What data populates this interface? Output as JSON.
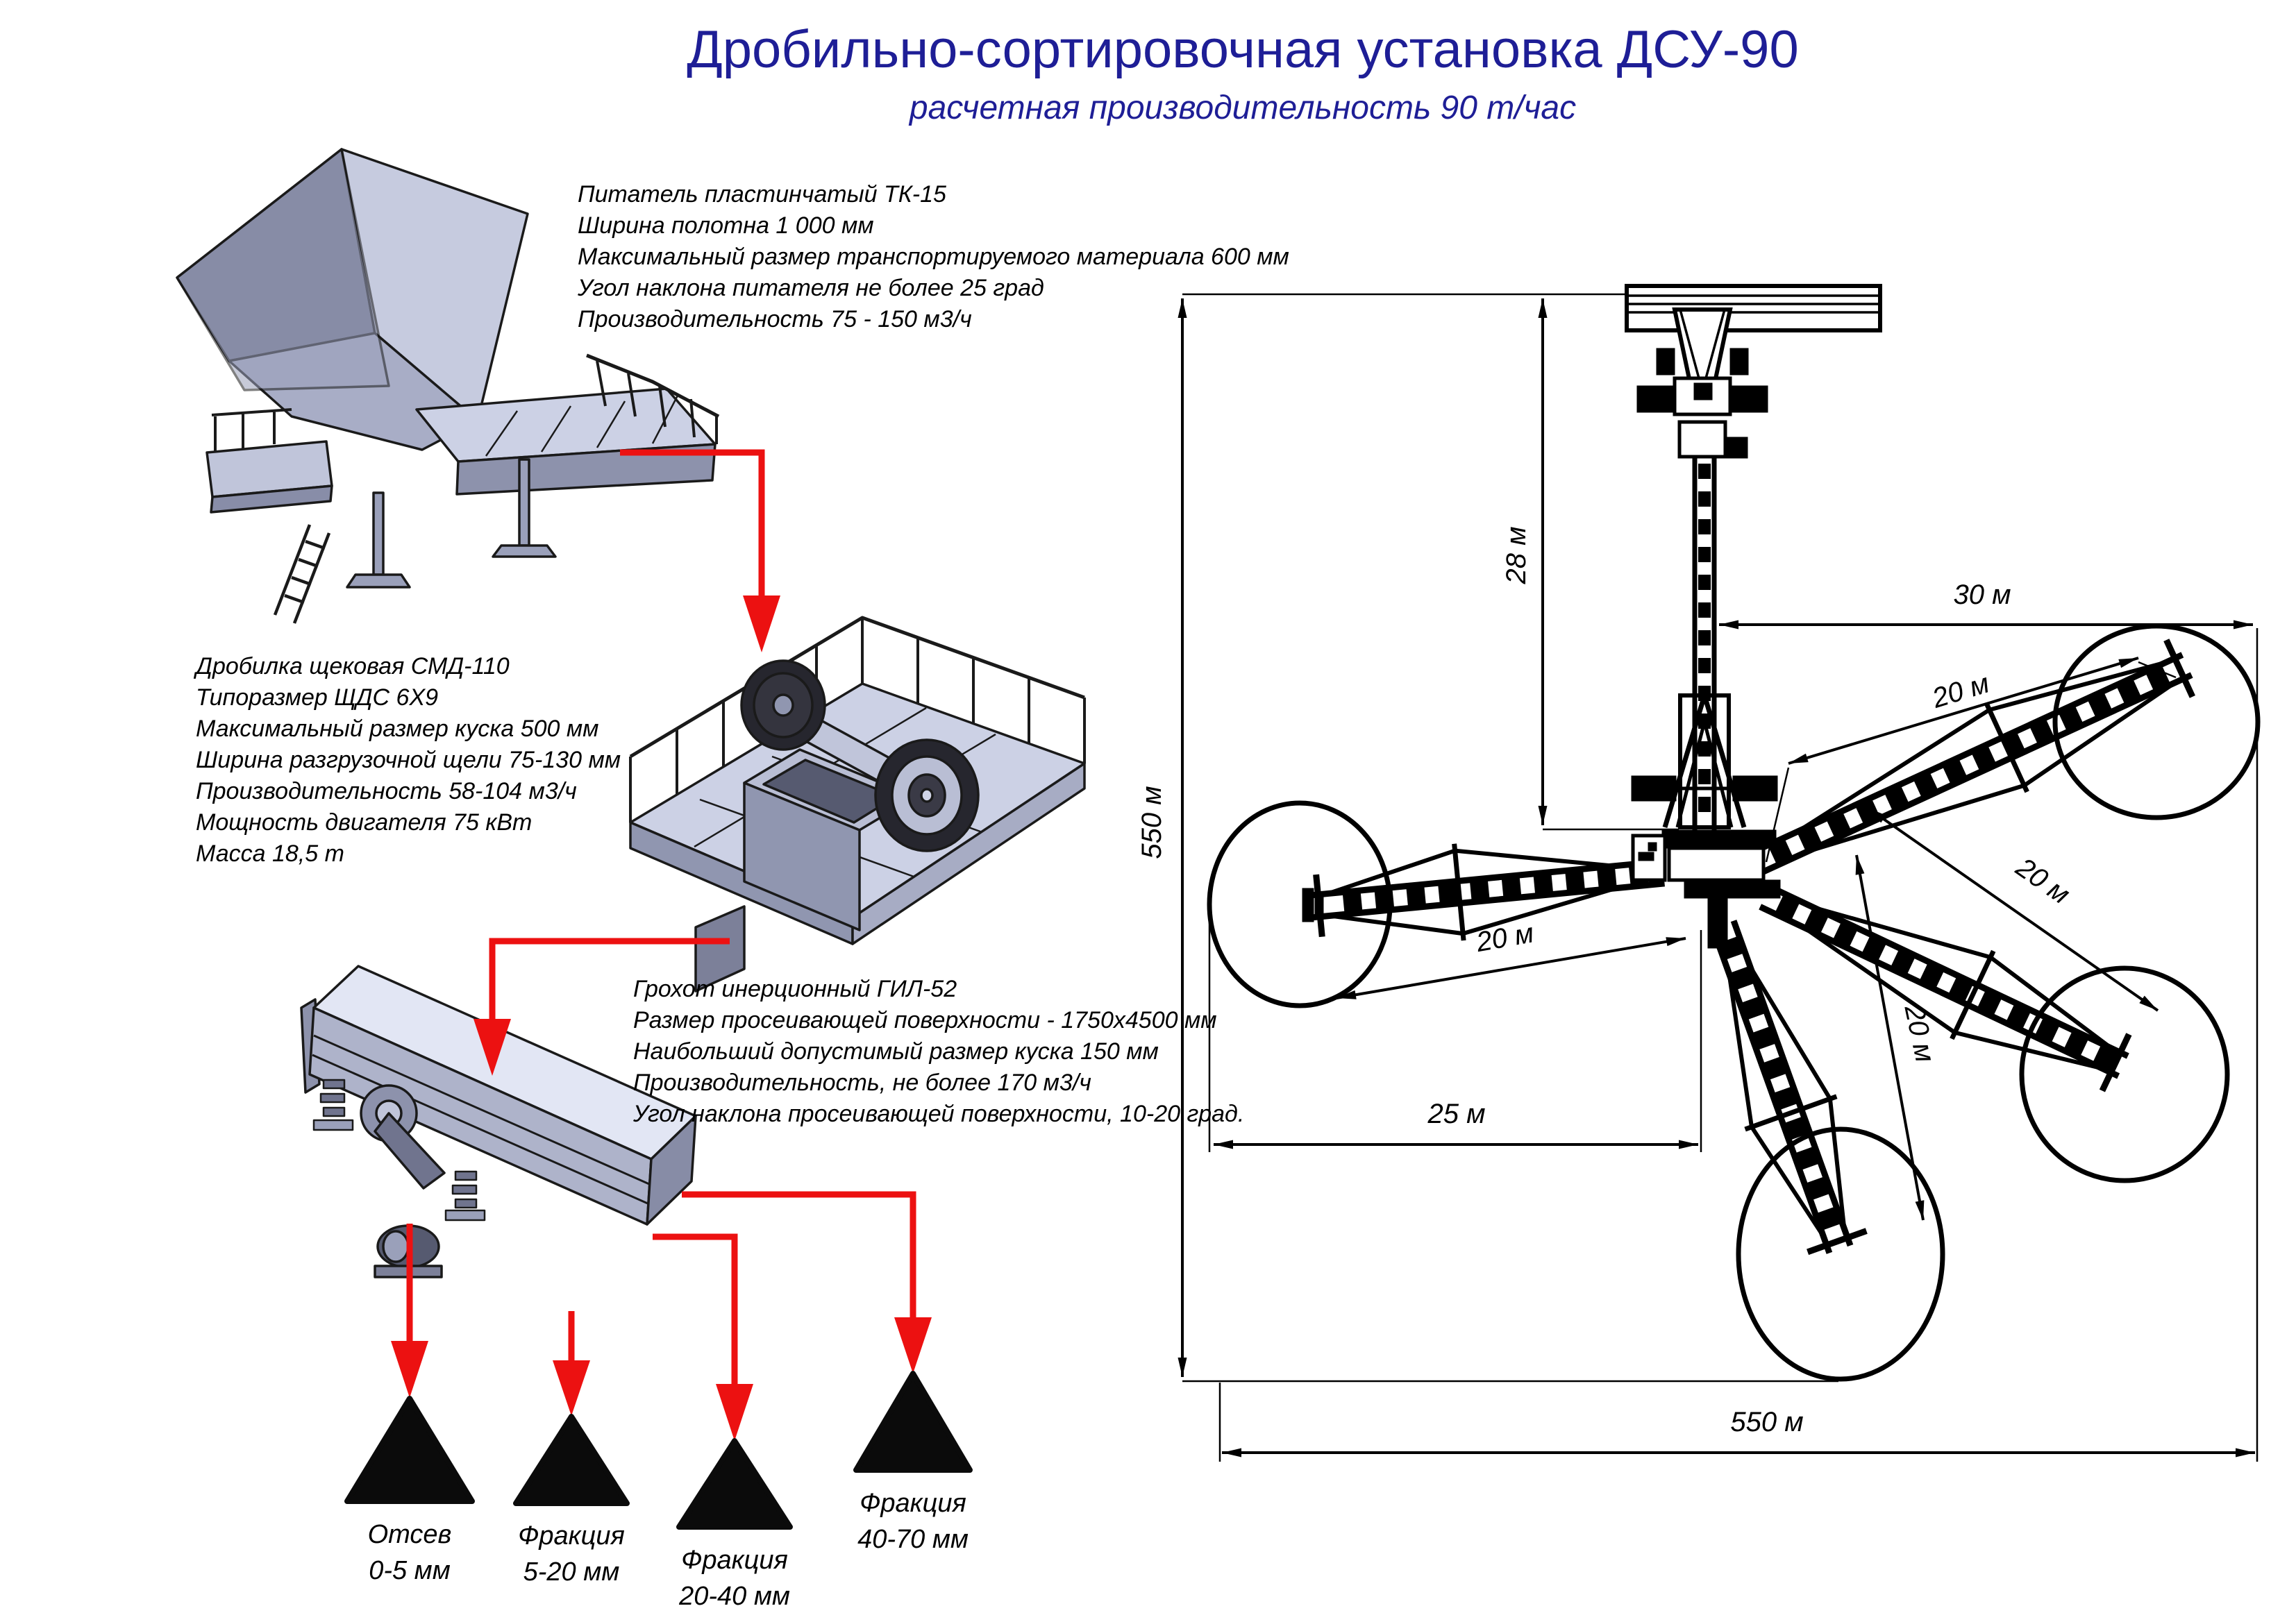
{
  "title": "Дробильно-сортировочная установка ДСУ-90",
  "subtitle": "расчетная производительность 90 т/час",
  "colors": {
    "accent_red": "#ec1111",
    "title_navy": "#1e1e96",
    "ink": "#000000",
    "steel_light": "#ccd1e5",
    "steel_mid": "#9aa0ba",
    "steel_dark": "#70748e"
  },
  "equipment": {
    "feeder": {
      "specs": [
        "Питатель пластинчатый ТК-15",
        "Ширина полотна 1 000 мм",
        "Максимальный размер транспортируемого материала 600 мм",
        "Угол наклона питателя не более 25 град",
        "Производительность 75 - 150 м3/ч"
      ]
    },
    "crusher": {
      "specs": [
        "Дробилка щековая СМД-110",
        "Типоразмер ЩДС 6Х9",
        "Максимальный размер куска 500 мм",
        "Ширина разгрузочной щели 75-130 мм",
        "Производительность 58-104 м3/ч",
        "Мощность двигателя 75 кВт",
        "Масса 18,5 т"
      ]
    },
    "screen": {
      "specs": [
        "Грохот инерционный ГИЛ-52",
        "Размер просеивающей поверхности - 1750х4500 мм",
        "Наибольший допустимый размер куска 150 мм",
        "Производительность, не более 170 м3/ч",
        "Угол наклона просеивающей поверхности, 10-20 град."
      ]
    }
  },
  "outputs": [
    {
      "line1": "Отсев",
      "line2": "0-5 мм"
    },
    {
      "line1": "Фракция",
      "line2": "5-20 мм"
    },
    {
      "line1": "Фракция",
      "line2": "20-40 мм"
    },
    {
      "line1": "Фракция",
      "line2": "40-70 мм"
    }
  ],
  "plan": {
    "dim_mast_height": "28 м",
    "dim_top_right": "30 м",
    "dim_conveyor_upper_right": "20 м",
    "dim_conveyor_right": "20 м",
    "dim_conveyor_bottom": "20 м",
    "dim_conveyor_left": "20 м",
    "dim_offset_left": "25 м",
    "dim_site_height": "550 м",
    "dim_site_width": "550 м"
  }
}
